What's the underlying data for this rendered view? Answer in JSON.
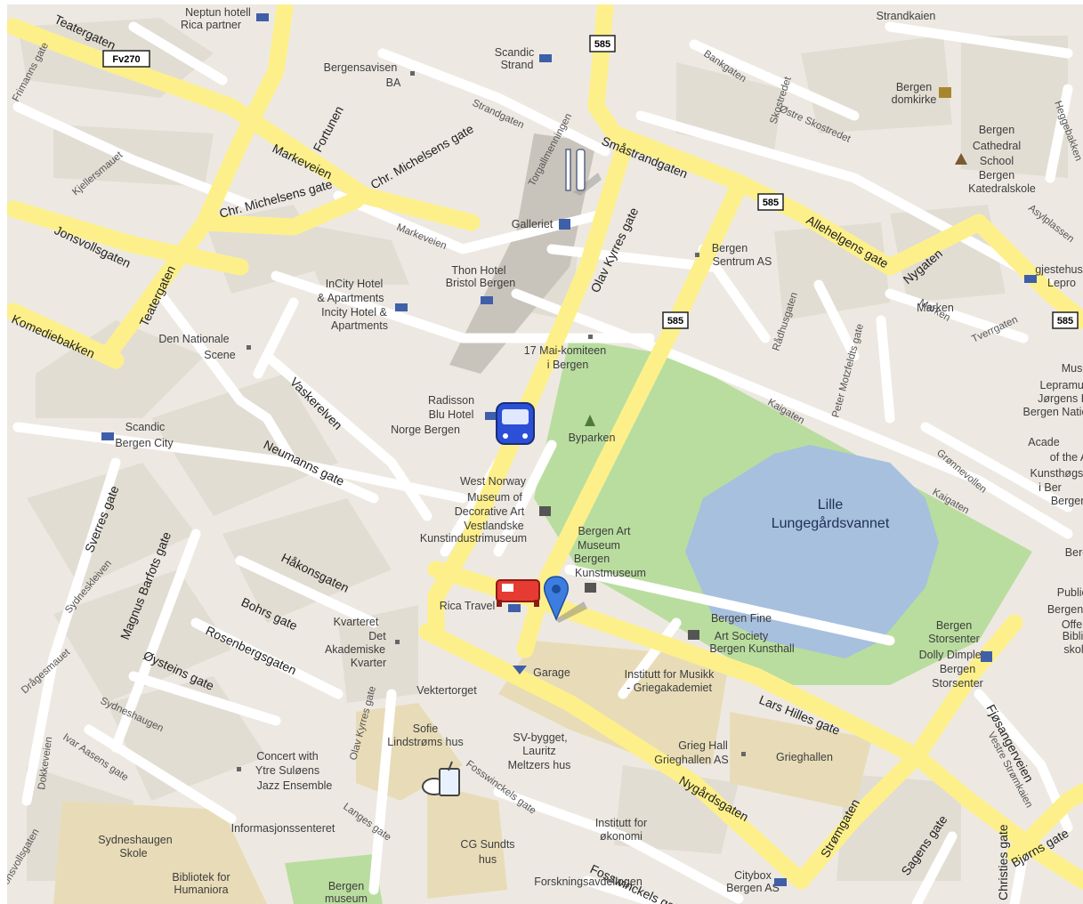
{
  "colors": {
    "land": "#ede9e2",
    "block": "#e2ddd3",
    "park": "#b9dd9f",
    "water": "#a6c0de",
    "major_road": "#fdf08b",
    "minor_road": "#ffffff",
    "campus": "#e8dcb8",
    "transit": "#c9c4bb",
    "marker": "#3e7de0"
  },
  "road_shields": [
    "Fv270",
    "585",
    "585",
    "585",
    "585"
  ],
  "street_labels": [
    "Teatergaten",
    "Frimanns gate",
    "Jonsvollsgaten",
    "Komediebakken",
    "Teatergaten",
    "Markeveien",
    "Chr. Michelsens gate",
    "Chr. Michelsens gate",
    "Fortunen",
    "Kjellersmauet",
    "Småstrandgaten",
    "Allehelgens gate",
    "Nygaten",
    "Olav Kyrres gate",
    "Strandgaten",
    "Torgallmenningen",
    "Markeveien",
    "Bankgaten",
    "Skostredet",
    "Østre Skostredet",
    "Vaskerelven",
    "Neumanns gate",
    "Håkonsgaten",
    "Bohrs gate",
    "Rosenbergsgaten",
    "Øysteins gate",
    "Sydneshaugen",
    "Sverres gate",
    "Magnus Barfots gate",
    "Ivar Aasens gate",
    "Dokkeveien",
    "Drågesmauet",
    "Sydneskleiven",
    "Olav Kyrres gate",
    "Langes gate",
    "Fosswinckels gate",
    "Lars Hilles gate",
    "Nygårdsgaten",
    "Strømgaten",
    "Fjøsangerveien",
    "Vestre Strømkaien",
    "Kaigaten",
    "Kaigaten",
    "Grønnevollen",
    "Marken",
    "Tverrgaten",
    "Peter Motzfeldts gate",
    "Rådhusgaten",
    "Asylplassen",
    "Heggebakken",
    "Sagens gate",
    "Bjørns gate",
    "Christies gate",
    "Fosswinckels gate",
    "Jonsvollsgaten"
  ],
  "place_labels": [
    "Neptun hotell",
    "Rica partner",
    "Bergensavisen",
    "BA",
    "Scandic",
    "Strand",
    "Galleriet",
    "Thon Hotel",
    "Bristol Bergen",
    "InCity Hotel",
    "& Apartments",
    "Incity Hotel &",
    "Apartments",
    "Den Nationale",
    "Scene",
    "17 Mai-komiteen",
    "i Bergen",
    "Radisson",
    "Blu Hotel",
    "Norge Bergen",
    "Byparken",
    "Scandic",
    "Bergen City",
    "West Norway",
    "Museum of",
    "Decorative Art",
    "Vestlandske",
    "Kunstindustrimuseum",
    "Bergen Art",
    "Museum",
    "Bergen",
    "Kunstmuseum",
    "Rica Travel",
    "Kvarteret",
    "Det",
    "Akademiske",
    "Kvarter",
    "Garage",
    "Vektertorget",
    "Institutt for Musikk",
    "- Griegakademiet",
    "Bergen Fine",
    "Art Society",
    "Bergen Kunsthall",
    "Sofie",
    "Lindstrøms hus",
    "SV-bygget,",
    "Lauritz",
    "Meltzers hus",
    "Grieg Hall",
    "Grieghallen AS",
    "Grieghallen",
    "Concert with",
    "Ytre Suløens",
    "Jazz Ensemble",
    "Informasjonssenteret",
    "CG Sundts",
    "hus",
    "Institutt for",
    "økonomi",
    "Sydneshaugen",
    "Skole",
    "Bibliotek for",
    "Humaniora",
    "Bergen",
    "museum",
    "Forskningsavdelingen",
    "Citybox",
    "Bergen AS",
    "Bergen",
    "Storsenter",
    "Dolly Dimple's",
    "Bergen",
    "Storsenter",
    "Bergen",
    "domkirke",
    "Bergen",
    "Cathedral",
    "School",
    "Bergen",
    "Katedralskole",
    "Bergen",
    "Sentrum AS",
    "Marken",
    "gjestehus",
    "Lepro",
    "Muse",
    "Lepramuseet",
    "Jørgens Hosp",
    "Bergen Natio",
    "Acade",
    "of the A",
    "Kunsthøgsko",
    "i Ber",
    "Bergen",
    "Berg",
    "Public L",
    "Bergen",
    "Offen",
    "Biblio",
    "skole",
    "Strandkaien"
  ],
  "water_labels": [
    "Lille",
    "Lungegårdsvannet"
  ],
  "markers": [
    {
      "icon": "restaurant-icon"
    },
    {
      "icon": "bus-icon"
    },
    {
      "icon": "hotel-bed-icon"
    },
    {
      "icon": "location-pin-icon"
    },
    {
      "icon": "fast-food-icon"
    }
  ]
}
